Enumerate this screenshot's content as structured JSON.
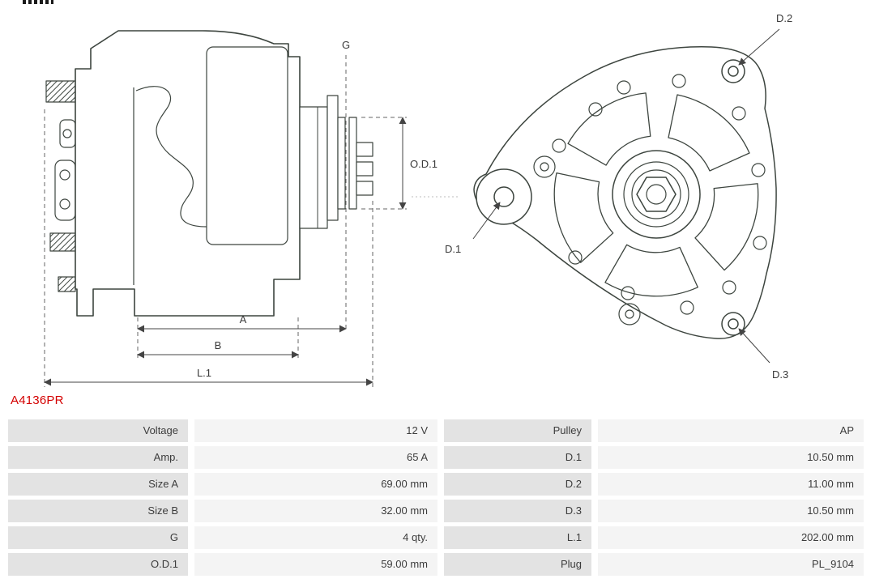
{
  "page": {
    "background": "#ffffff"
  },
  "part_number": "A4136PR",
  "colors": {
    "line": "#3d453f",
    "dimension": "#444444",
    "part_number": "#d40000",
    "label_cell_bg": "#e3e3e3",
    "value_cell_bg": "#f4f4f4",
    "cell_text": "#3c3c3c"
  },
  "diagram": {
    "side_view": {
      "labels": {
        "g": "G",
        "od1": "O.D.1",
        "a": "A",
        "b": "B",
        "l1": "L.1"
      }
    },
    "front_view": {
      "labels": {
        "d1": "D.1",
        "d2": "D.2",
        "d3": "D.3"
      }
    }
  },
  "spec_table": {
    "left": [
      {
        "label": "Voltage",
        "value": "12 V"
      },
      {
        "label": "Amp.",
        "value": "65 A"
      },
      {
        "label": "Size A",
        "value": "69.00 mm"
      },
      {
        "label": "Size B",
        "value": "32.00 mm"
      },
      {
        "label": "G",
        "value": "4 qty."
      },
      {
        "label": "O.D.1",
        "value": "59.00 mm"
      }
    ],
    "right": [
      {
        "label": "Pulley",
        "value": "AP"
      },
      {
        "label": "D.1",
        "value": "10.50 mm"
      },
      {
        "label": "D.2",
        "value": "11.00 mm"
      },
      {
        "label": "D.3",
        "value": "10.50 mm"
      },
      {
        "label": "L.1",
        "value": "202.00 mm"
      },
      {
        "label": "Plug",
        "value": "PL_9104"
      }
    ]
  }
}
